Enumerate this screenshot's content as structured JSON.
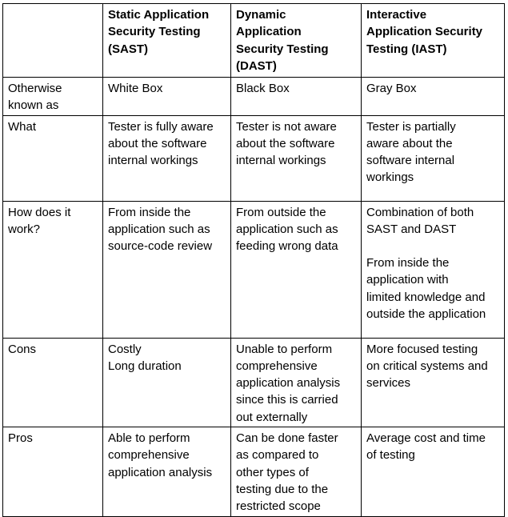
{
  "table": {
    "headers": [
      "",
      [
        "Static Application",
        "Security Testing",
        "(SAST)"
      ],
      [
        "Dynamic",
        "Application",
        "Security Testing",
        "(DAST)"
      ],
      [
        "Interactive",
        "Application Security",
        "Testing (IAST)"
      ]
    ],
    "rows": [
      {
        "label": [
          "Otherwise",
          "known as"
        ],
        "sast": [
          "White Box"
        ],
        "dast": [
          "Black Box"
        ],
        "iast": [
          "Gray Box"
        ]
      },
      {
        "label": [
          "What"
        ],
        "sast": [
          "Tester is fully aware",
          "about the software",
          "internal workings"
        ],
        "dast": [
          "Tester is not aware",
          "about the software",
          "internal workings"
        ],
        "iast": [
          "Tester is partially",
          "aware about the",
          "software internal",
          "workings"
        ]
      },
      {
        "label": [
          "How does it",
          "work?"
        ],
        "sast": [
          "From inside the",
          "application such as",
          "source-code review"
        ],
        "dast": [
          "From outside the",
          "application such as",
          "feeding wrong data"
        ],
        "iast": [
          "Combination of both",
          "SAST and DAST",
          "",
          "From inside the",
          "application with",
          "limited knowledge and",
          "outside the application"
        ]
      },
      {
        "label": [
          "Cons"
        ],
        "sast": [
          "Costly",
          "Long duration"
        ],
        "dast": [
          "Unable to perform",
          "comprehensive",
          "application analysis",
          "since this is carried",
          "out externally"
        ],
        "iast": [
          "More focused testing",
          "on critical systems and",
          "services"
        ]
      },
      {
        "label": [
          "Pros"
        ],
        "sast": [
          "Able to perform",
          "comprehensive",
          "application analysis"
        ],
        "dast": [
          "Can be done faster",
          "as compared to",
          "other types of",
          "testing due to the",
          "restricted scope"
        ],
        "iast": [
          "Average cost and time",
          "of testing"
        ]
      }
    ]
  }
}
